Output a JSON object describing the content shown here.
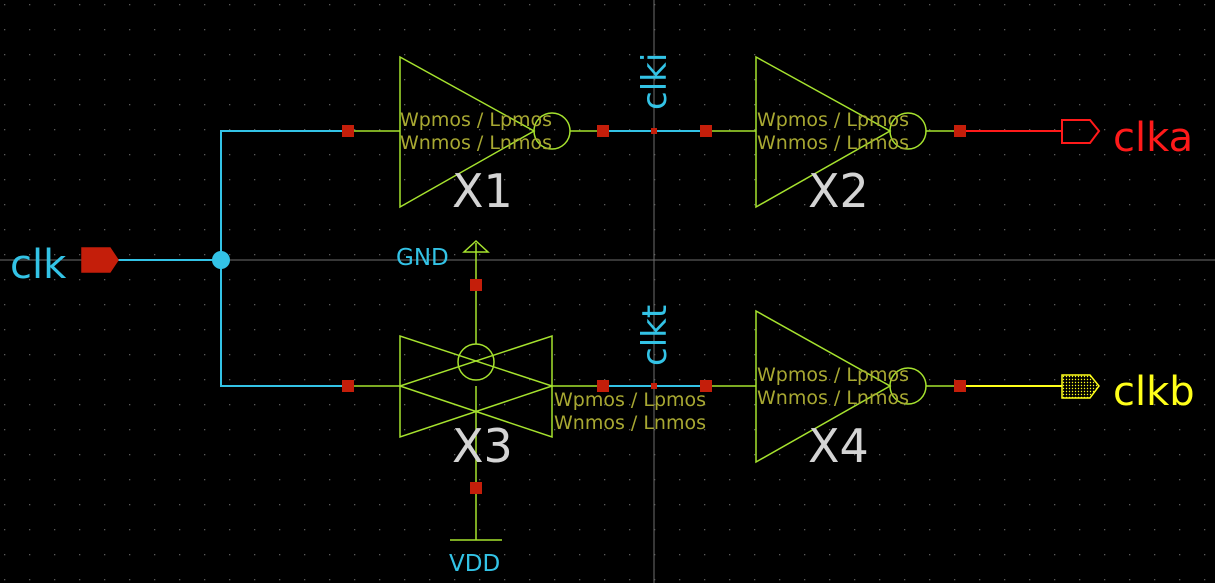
{
  "colors": {
    "background": "#000000",
    "grid_dot": "#5a5a5a",
    "axis": "#6e6e6e",
    "wire": "#33c3e6",
    "symbol": "#a6e22e",
    "pin": "#c41e0a",
    "param": "#a8a832",
    "inst": "#d4d4d4",
    "out_a": "#ff1a1a",
    "out_b": "#ffff1a"
  },
  "nets": {
    "clk": "clk",
    "clki": "clki",
    "clkt": "clkt",
    "clka": "clka",
    "clkb": "clkb",
    "gnd": "GND",
    "vdd": "VDD"
  },
  "instances": {
    "x1": {
      "name": "X1",
      "param_p": "Wpmos / Lpmos",
      "param_n": "Wnmos / Lnmos"
    },
    "x2": {
      "name": "X2",
      "param_p": "Wpmos / Lpmos",
      "param_n": "Wnmos / Lnmos"
    },
    "x3": {
      "name": "X3",
      "param_p": "Wpmos / Lpmos",
      "param_n": "Wnmos / Lnmos"
    },
    "x4": {
      "name": "X4",
      "param_p": "Wpmos / Lpmos",
      "param_n": "Wnmos / Lnmos"
    }
  }
}
